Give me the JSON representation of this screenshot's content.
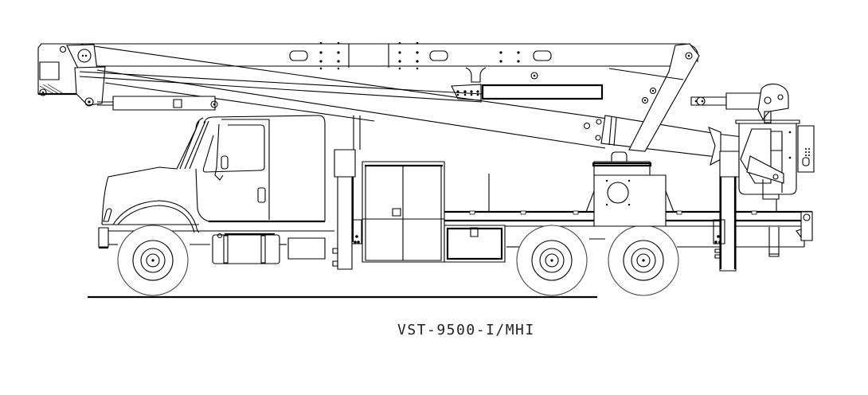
{
  "drawing": {
    "type": "side-elevation line drawing",
    "subject": "aerial lift bucket truck (tandem-axle)",
    "stroke_color": "#000000",
    "background_color": "#ffffff",
    "components": [
      "upper-boom",
      "lower-boom",
      "boom-knuckle",
      "lift-cylinder",
      "cab",
      "hood",
      "front-wheel",
      "rear-wheel-1",
      "rear-wheel-2",
      "fuel-tank",
      "battery-box",
      "front-outrigger",
      "rear-outrigger",
      "tall-compartment",
      "low-compartment",
      "turntable-pedestal",
      "platform-bucket",
      "jib",
      "ground-line"
    ]
  },
  "caption": {
    "model": "VST-9500-I/MHI"
  }
}
